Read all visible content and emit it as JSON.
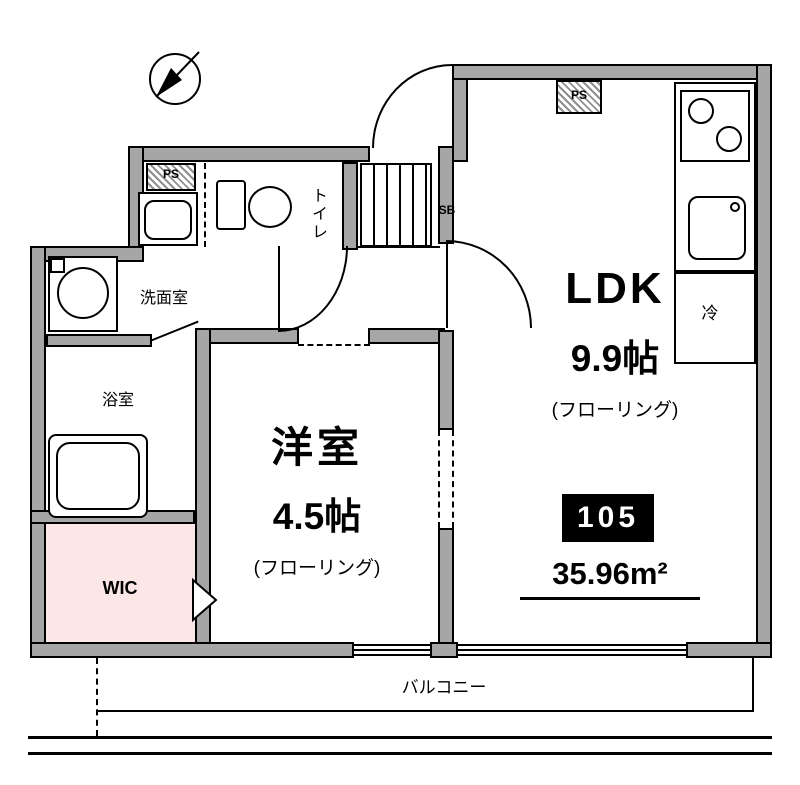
{
  "unit": {
    "number": "105",
    "area": "35.96m²"
  },
  "rooms": {
    "ldk": {
      "name": "LDK",
      "size": "9.9帖",
      "floor_type": "(フローリング)"
    },
    "western_room": {
      "name": "洋室",
      "size": "4.5帖",
      "floor_type": "(フローリング)"
    },
    "washroom": {
      "name": "洗面室"
    },
    "bathroom": {
      "name": "浴室"
    },
    "wic": {
      "name": "WIC"
    },
    "toilet": {
      "name": "トイレ"
    },
    "refrigerator": {
      "name": "冷"
    },
    "balcony": {
      "name": "バルコニー"
    }
  },
  "labels": {
    "ps_left": "PS",
    "ps_right": "PS",
    "shoe_box": "SB"
  },
  "colors": {
    "wall": "#a6a6a6",
    "wic_fill": "#fbe7e6",
    "badge_bg": "#000000",
    "badge_text": "#ffffff"
  }
}
